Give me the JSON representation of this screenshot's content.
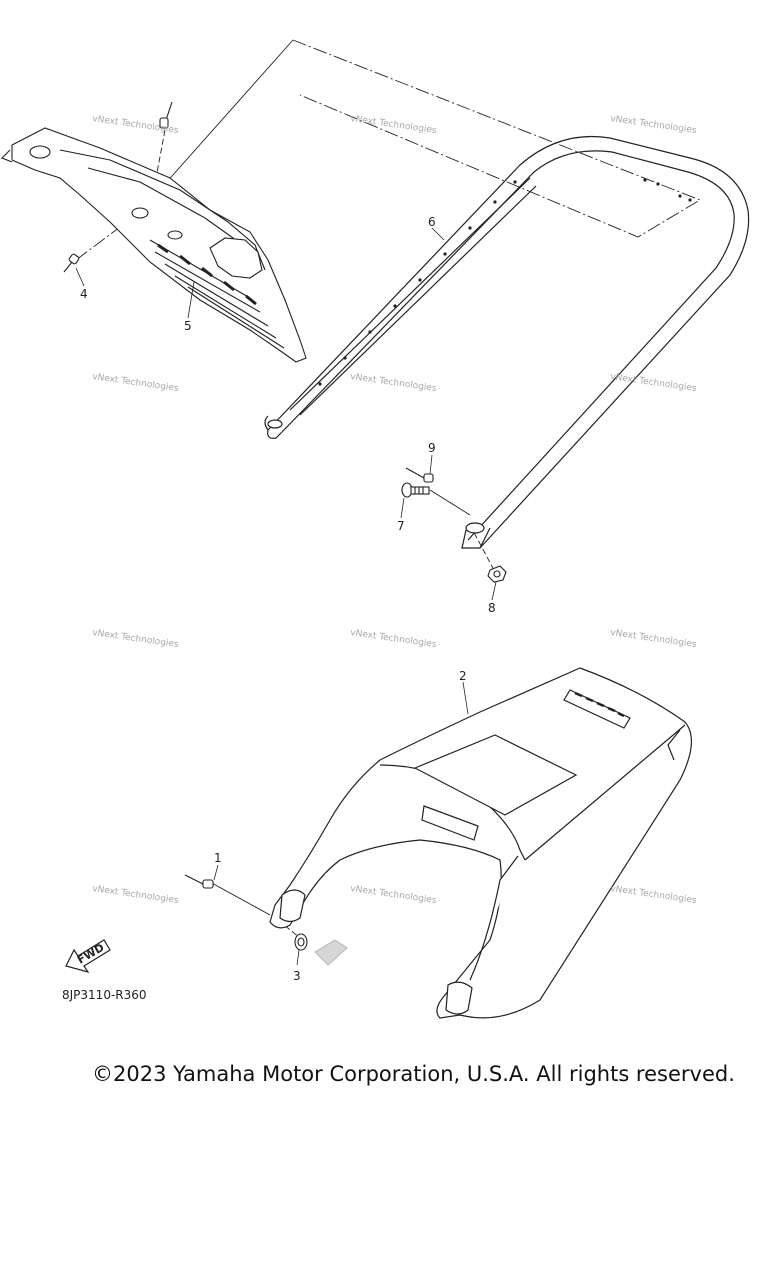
{
  "callouts": {
    "c1": "1",
    "c2": "2",
    "c3": "3",
    "c4": "4",
    "c5": "5",
    "c6": "6",
    "c7": "7",
    "c8": "8",
    "c9": "9"
  },
  "watermark": {
    "text": "vNext Technologies"
  },
  "fwd_label": "FWD",
  "reference_code": "8JP3110-R360",
  "copyright": "©2023 Yamaha Motor Corporation, U.S.A. All rights reserved."
}
